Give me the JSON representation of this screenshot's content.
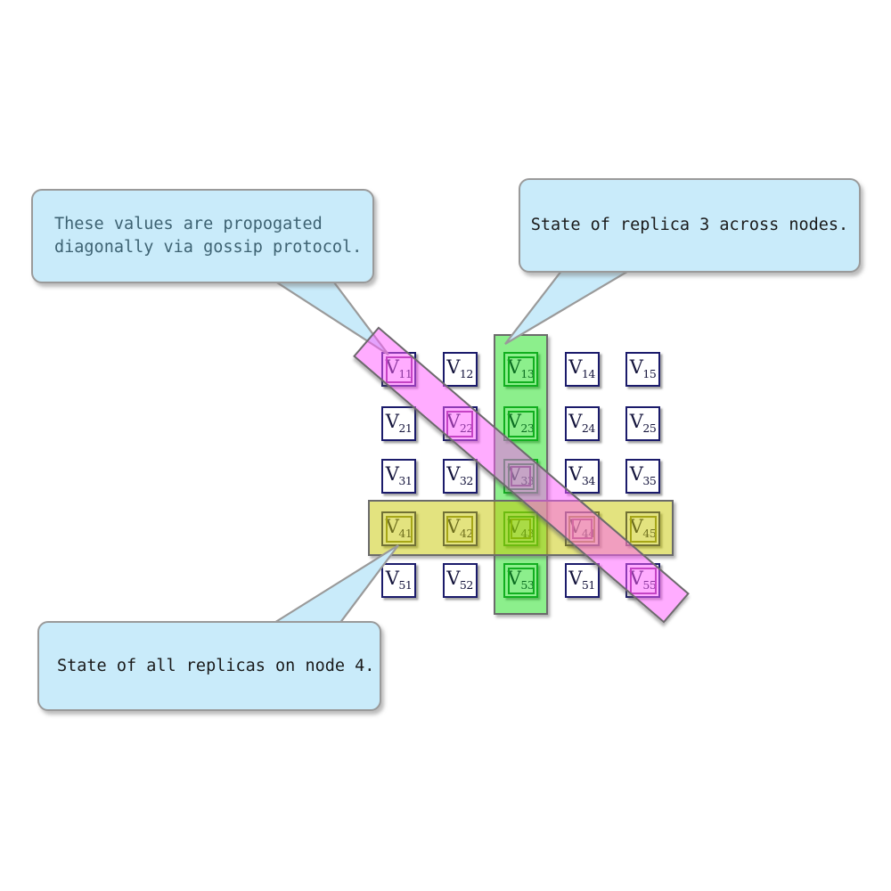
{
  "callouts": {
    "gossip": {
      "line1": "These values are propogated",
      "line2": "diagonally via gossip protocol.",
      "text_color": "#3D6272"
    },
    "replica": {
      "text": "State of replica 3 across nodes.",
      "text_color": "#1A1A1A"
    },
    "node": {
      "text": "State of all replicas on node 4.",
      "text_color": "#1A1A1A"
    }
  },
  "matrix": {
    "symbol": "V",
    "subscripts": [
      [
        "11",
        "12",
        "13",
        "14",
        "15"
      ],
      [
        "21",
        "22",
        "23",
        "24",
        "25"
      ],
      [
        "31",
        "32",
        "33",
        "34",
        "35"
      ],
      [
        "41",
        "42",
        "43",
        "44",
        "45"
      ],
      [
        "51",
        "52",
        "53",
        "51",
        "55"
      ]
    ]
  },
  "highlights": {
    "column": {
      "name": "replica-3-column",
      "fill": "rgba(0,220,0,0.45)",
      "member_border": "#1F8A3A"
    },
    "row": {
      "name": "node-4-row",
      "fill": "rgba(200,200,0,0.5)",
      "member_border": "#85852F"
    },
    "diagonal": {
      "name": "gossip-diagonal",
      "fill": "rgba(255,90,255,0.5)",
      "member_border": "#8A2D8A"
    }
  },
  "colors": {
    "background": "#FFFFFF",
    "bubble_fill": "#C9EBFA",
    "bubble_border": "#9A9A9A",
    "cell_border": "#1B1B6B",
    "cell_text": "#14143C",
    "highlight_border": "#6B6B6B"
  }
}
